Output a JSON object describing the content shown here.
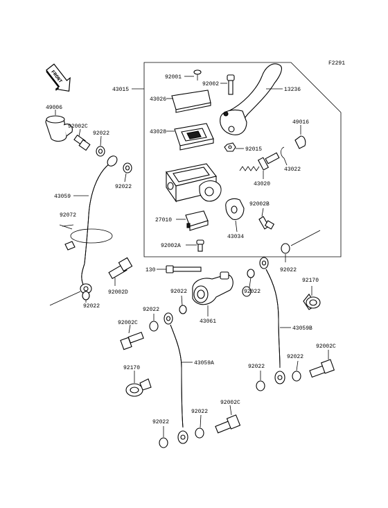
{
  "figure_code": "F2291",
  "front_label": "FRONT",
  "parts": {
    "p49006": "49006",
    "p92002c_a": "92002C",
    "p92022_a": "92022",
    "p92022_b": "92022",
    "p43059": "43059",
    "p92072": "92072",
    "p92022_c": "92022",
    "p92002d": "92002D",
    "p43015": "43015",
    "p92001": "92001",
    "p92002": "92002",
    "p13236": "13236",
    "p43026": "43026",
    "p43028": "43028",
    "p49016": "49016",
    "p92015": "92015",
    "p43022": "43022",
    "p43020": "43020",
    "p92002b": "92002B",
    "p27010": "27010",
    "p43034": "43034",
    "p92002a": "92002A",
    "p92022_d": "92022",
    "p130": "130",
    "p92022_e": "92022",
    "p92022_f": "92022",
    "p43061": "43061",
    "p92170_a": "92170",
    "p92022_g": "92022",
    "p43059b": "43059B",
    "p92002c_b": "92002C",
    "p43059a": "43059A",
    "p92170_b": "92170",
    "p92022_h": "92022",
    "p92022_i": "92022",
    "p92002c_c": "92002C",
    "p92022_j": "92022",
    "p92022_k": "92022",
    "p92002c_d": "92002C",
    "p92022_l": "92022"
  }
}
